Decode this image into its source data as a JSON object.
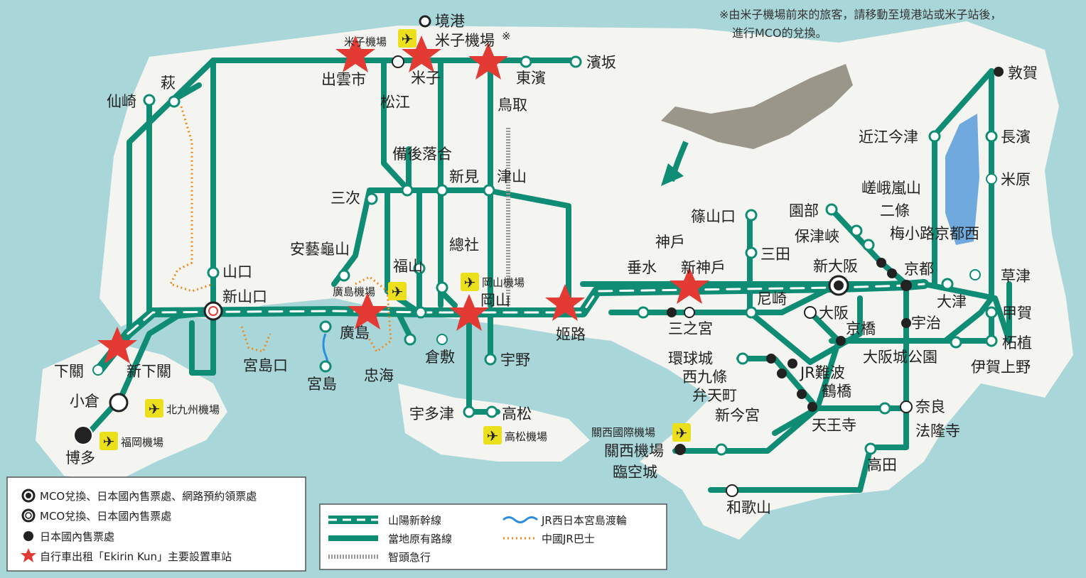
{
  "note": {
    "line1": "※由米子機場前來的旅客，請移動至境港站或米子站後，",
    "line2": "進行MCO的兌換。"
  },
  "colors": {
    "line": "#0f8c74",
    "sea": "#a9d6d8",
    "land": "#f4f4f0",
    "star": "#e33a33",
    "airport": "#ece01c",
    "bus": "#f08a1c",
    "ferry": "#2a8fe0",
    "lake": "#6fa9dd"
  },
  "stations": {
    "sakaiminato": "境港",
    "yonago_airport_station": "米子機場",
    "yonago_airport_station_mark": "※",
    "yonago_airport": "米子機場",
    "izumoshi": "出雲市",
    "yonago": "米子",
    "matsue": "松江",
    "tottori": "鳥取",
    "higashihama": "東濱",
    "hamasaka": "濱坂",
    "hagi": "萩",
    "senzaki": "仙崎",
    "bingo_ochiai": "備後落合",
    "niimi": "新見",
    "tsuyama": "津山",
    "miyoshi": "三次",
    "aki_kameyama": "安藝龜山",
    "fukuyama": "福山",
    "soja": "總社",
    "okayama_airport": "岡山機場",
    "okayama": "岡山",
    "yamaguchi": "山口",
    "shin_yamaguchi": "新山口",
    "hiroshima_airport": "廣島機場",
    "hiroshima": "廣島",
    "miyajimaguchi": "宮島口",
    "miyajima": "宮島",
    "tadanoumi": "忠海",
    "kurashiki": "倉敷",
    "uno": "宇野",
    "himeji": "姬路",
    "utazu": "宇多津",
    "takamatsu": "高松",
    "takamatsu_airport": "高松機場",
    "shimonoseki": "下關",
    "shin_shimonoseki": "新下關",
    "kokura": "小倉",
    "kitakyushu_airport": "北九州機場",
    "hakata": "博多",
    "fukuoka_airport": "福岡機場",
    "sasayamaguchi": "篠山口",
    "sanda": "三田",
    "kobe": "神戶",
    "shin_kobe": "新神戶",
    "tarumi": "垂水",
    "sannomiya": "三之宮",
    "amagasaki": "尼崎",
    "osaka": "大阪",
    "shin_osaka": "新大阪",
    "kyobashi": "京橋",
    "osakajokoen": "大阪城公園",
    "sonobe": "園部",
    "hozukyo": "保津峽",
    "sagaarashiyama": "嵯峨嵐山",
    "nijo": "二條",
    "umekoji": "梅小路京都西",
    "kyoto": "京都",
    "otsu": "大津",
    "kusatsu": "草津",
    "uji": "宇治",
    "koka": "甲賀",
    "tsuge": "柘植",
    "iga_ueno": "伊賀上野",
    "tsuruga": "敦賀",
    "omi_imazu": "近江今津",
    "nagahama": "長濱",
    "maibara": "米原",
    "kankyojo": "環球城",
    "nishikujo": "西九條",
    "jr_namba": "JR難波",
    "bentencho": "弁天町",
    "tsuruhashi": "鶴橋",
    "shin_imamiya": "新今宮",
    "tennoji": "天王寺",
    "nara": "奈良",
    "horyuji": "法隆寺",
    "kansai_airport_int": "關西國際機場",
    "kansai_airport": "關西機場",
    "rinku": "臨空城",
    "takada": "高田",
    "wakayama": "和歌山"
  },
  "legend_left": [
    {
      "icon": "mco-full-icon",
      "text": "MCO兌換、日本國內售票處、網路預約領票處"
    },
    {
      "icon": "mco-icon",
      "text": "MCO兌換、日本國內售票處"
    },
    {
      "icon": "ticket-office-icon",
      "text": "日本國內售票處"
    },
    {
      "icon": "bicycle-star-icon",
      "text": "自行車出租「Ekirin Kun」主要設置車站"
    }
  ],
  "legend_right": {
    "shinkansen": "山陽新幹線",
    "local": "當地原有路線",
    "chizu": "智頭急行",
    "ferry": "JR西日本宮島渡輪",
    "bus": "中國JR巴士"
  }
}
